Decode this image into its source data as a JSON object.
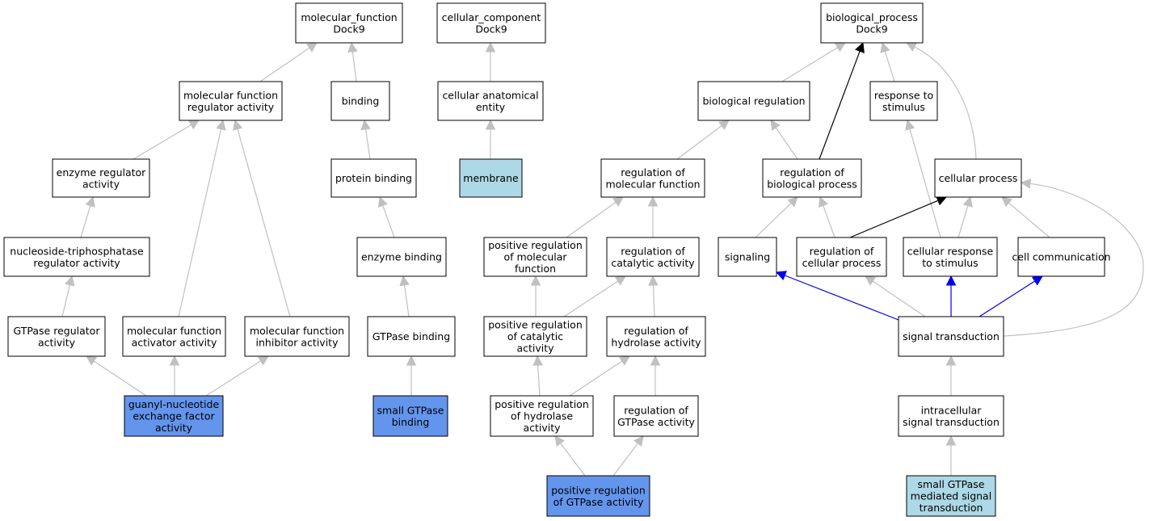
{
  "colors": {
    "default_fill": "#ffffff",
    "light_blue": "#add8e6",
    "cornflower": "#6495ed",
    "edge_gray": "#c0c0c0",
    "edge_black": "#000000",
    "edge_blue": "#0000ee"
  },
  "nodes": [
    {
      "id": "mf_root",
      "lines": [
        "molecular_function",
        "Dock9"
      ],
      "fill": "default"
    },
    {
      "id": "cc_root",
      "lines": [
        "cellular_component",
        "Dock9"
      ],
      "fill": "default"
    },
    {
      "id": "bp_root",
      "lines": [
        "biological_process",
        "Dock9"
      ],
      "fill": "default"
    },
    {
      "id": "mf_reg",
      "lines": [
        "molecular function",
        "regulator activity"
      ],
      "fill": "default"
    },
    {
      "id": "binding",
      "lines": [
        "binding"
      ],
      "fill": "default"
    },
    {
      "id": "cae",
      "lines": [
        "cellular anatomical",
        "entity"
      ],
      "fill": "default"
    },
    {
      "id": "bio_reg",
      "lines": [
        "biological regulation"
      ],
      "fill": "default"
    },
    {
      "id": "resp_stim",
      "lines": [
        "response to",
        "stimulus"
      ],
      "fill": "default"
    },
    {
      "id": "enz_reg",
      "lines": [
        "enzyme regulator",
        "activity"
      ],
      "fill": "default"
    },
    {
      "id": "prot_bind",
      "lines": [
        "protein binding"
      ],
      "fill": "default"
    },
    {
      "id": "membrane",
      "lines": [
        "membrane"
      ],
      "fill": "light_blue"
    },
    {
      "id": "reg_mf",
      "lines": [
        "regulation of",
        "molecular function"
      ],
      "fill": "default"
    },
    {
      "id": "reg_bp",
      "lines": [
        "regulation of",
        "biological process"
      ],
      "fill": "default"
    },
    {
      "id": "cell_proc",
      "lines": [
        "cellular process"
      ],
      "fill": "default"
    },
    {
      "id": "ntp_reg",
      "lines": [
        "nucleoside-triphosphatase",
        "regulator activity"
      ],
      "fill": "default"
    },
    {
      "id": "enz_bind",
      "lines": [
        "enzyme binding"
      ],
      "fill": "default"
    },
    {
      "id": "pos_reg_mf",
      "lines": [
        "positive regulation",
        "of molecular",
        "function"
      ],
      "fill": "default"
    },
    {
      "id": "reg_cat",
      "lines": [
        "regulation of",
        "catalytic activity"
      ],
      "fill": "default"
    },
    {
      "id": "signaling",
      "lines": [
        "signaling"
      ],
      "fill": "default"
    },
    {
      "id": "reg_cp",
      "lines": [
        "regulation of",
        "cellular process"
      ],
      "fill": "default"
    },
    {
      "id": "cell_resp",
      "lines": [
        "cellular response",
        "to stimulus"
      ],
      "fill": "default"
    },
    {
      "id": "cell_comm",
      "lines": [
        "cell communication"
      ],
      "fill": "default"
    },
    {
      "id": "gtpase_reg",
      "lines": [
        "GTPase regulator",
        "activity"
      ],
      "fill": "default"
    },
    {
      "id": "mf_act",
      "lines": [
        "molecular function",
        "activator activity"
      ],
      "fill": "default"
    },
    {
      "id": "mf_inh",
      "lines": [
        "molecular function",
        "inhibitor activity"
      ],
      "fill": "default"
    },
    {
      "id": "gtpase_bind",
      "lines": [
        "GTPase binding"
      ],
      "fill": "default"
    },
    {
      "id": "pos_reg_cat",
      "lines": [
        "positive regulation",
        "of catalytic",
        "activity"
      ],
      "fill": "default"
    },
    {
      "id": "reg_hyd",
      "lines": [
        "regulation of",
        "hydrolase activity"
      ],
      "fill": "default"
    },
    {
      "id": "sig_trans",
      "lines": [
        "signal transduction"
      ],
      "fill": "default"
    },
    {
      "id": "gef",
      "lines": [
        "guanyl-nucleotide",
        "exchange factor",
        "activity"
      ],
      "fill": "cornflower"
    },
    {
      "id": "small_gtpase_bind",
      "lines": [
        "small GTPase",
        "binding"
      ],
      "fill": "cornflower"
    },
    {
      "id": "pos_reg_hyd",
      "lines": [
        "positive regulation",
        "of hydrolase",
        "activity"
      ],
      "fill": "default"
    },
    {
      "id": "reg_gtpase",
      "lines": [
        "regulation of",
        "GTPase activity"
      ],
      "fill": "default"
    },
    {
      "id": "intra_sig",
      "lines": [
        "intracellular",
        "signal transduction"
      ],
      "fill": "default"
    },
    {
      "id": "pos_reg_gtpase",
      "lines": [
        "positive regulation",
        "of GTPase activity"
      ],
      "fill": "cornflower"
    },
    {
      "id": "small_gtpase_sig",
      "lines": [
        "small GTPase",
        "mediated signal",
        "transduction"
      ],
      "fill": "light_blue"
    }
  ],
  "edges": [
    {
      "from": "mf_reg",
      "to": "mf_root",
      "color": "gray"
    },
    {
      "from": "binding",
      "to": "mf_root",
      "color": "gray"
    },
    {
      "from": "cae",
      "to": "cc_root",
      "color": "gray"
    },
    {
      "from": "bio_reg",
      "to": "bp_root",
      "color": "gray"
    },
    {
      "from": "reg_bp",
      "to": "bp_root",
      "color": "black"
    },
    {
      "from": "resp_stim",
      "to": "bp_root",
      "color": "gray"
    },
    {
      "from": "cell_proc",
      "to": "bp_root",
      "color": "gray"
    },
    {
      "from": "enz_reg",
      "to": "mf_reg",
      "color": "gray"
    },
    {
      "from": "mf_act",
      "to": "mf_reg",
      "color": "gray"
    },
    {
      "from": "mf_inh",
      "to": "mf_reg",
      "color": "gray"
    },
    {
      "from": "prot_bind",
      "to": "binding",
      "color": "gray"
    },
    {
      "from": "membrane",
      "to": "cae",
      "color": "gray"
    },
    {
      "from": "reg_mf",
      "to": "bio_reg",
      "color": "gray"
    },
    {
      "from": "reg_bp",
      "to": "bio_reg",
      "color": "gray"
    },
    {
      "from": "cell_resp",
      "to": "resp_stim",
      "color": "gray"
    },
    {
      "from": "ntp_reg",
      "to": "enz_reg",
      "color": "gray"
    },
    {
      "from": "enz_bind",
      "to": "prot_bind",
      "color": "gray"
    },
    {
      "from": "pos_reg_mf",
      "to": "reg_mf",
      "color": "gray"
    },
    {
      "from": "reg_cat",
      "to": "reg_mf",
      "color": "gray"
    },
    {
      "from": "signaling",
      "to": "reg_bp",
      "color": "gray"
    },
    {
      "from": "reg_cp",
      "to": "reg_bp",
      "color": "gray"
    },
    {
      "from": "reg_cp",
      "to": "cell_proc",
      "color": "black"
    },
    {
      "from": "cell_resp",
      "to": "cell_proc",
      "color": "gray"
    },
    {
      "from": "cell_comm",
      "to": "cell_proc",
      "color": "gray"
    },
    {
      "from": "sig_trans",
      "to": "cell_proc",
      "color": "gray",
      "curved": true
    },
    {
      "from": "gtpase_reg",
      "to": "ntp_reg",
      "color": "gray"
    },
    {
      "from": "gtpase_bind",
      "to": "enz_bind",
      "color": "gray"
    },
    {
      "from": "pos_reg_cat",
      "to": "pos_reg_mf",
      "color": "gray"
    },
    {
      "from": "pos_reg_cat",
      "to": "reg_cat",
      "color": "gray"
    },
    {
      "from": "reg_hyd",
      "to": "reg_cat",
      "color": "gray"
    },
    {
      "from": "sig_trans",
      "to": "signaling",
      "color": "blue"
    },
    {
      "from": "sig_trans",
      "to": "reg_cp",
      "color": "gray"
    },
    {
      "from": "sig_trans",
      "to": "cell_resp",
      "color": "blue"
    },
    {
      "from": "sig_trans",
      "to": "cell_comm",
      "color": "blue"
    },
    {
      "from": "gef",
      "to": "gtpase_reg",
      "color": "gray"
    },
    {
      "from": "gef",
      "to": "mf_act",
      "color": "gray"
    },
    {
      "from": "gef",
      "to": "mf_inh",
      "color": "gray"
    },
    {
      "from": "small_gtpase_bind",
      "to": "gtpase_bind",
      "color": "gray"
    },
    {
      "from": "pos_reg_hyd",
      "to": "pos_reg_cat",
      "color": "gray"
    },
    {
      "from": "pos_reg_hyd",
      "to": "reg_hyd",
      "color": "gray"
    },
    {
      "from": "reg_gtpase",
      "to": "reg_hyd",
      "color": "gray"
    },
    {
      "from": "intra_sig",
      "to": "sig_trans",
      "color": "gray"
    },
    {
      "from": "pos_reg_gtpase",
      "to": "pos_reg_hyd",
      "color": "gray"
    },
    {
      "from": "pos_reg_gtpase",
      "to": "reg_gtpase",
      "color": "gray"
    },
    {
      "from": "small_gtpase_sig",
      "to": "intra_sig",
      "color": "gray"
    }
  ]
}
